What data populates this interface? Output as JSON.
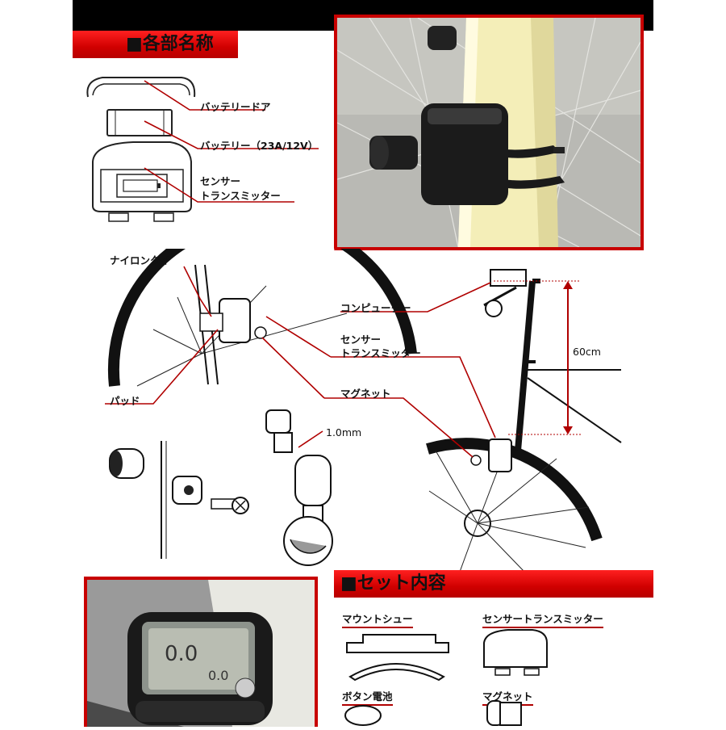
{
  "parts_section": {
    "title": "■各部名称",
    "battery_door": "バッテリードア",
    "battery": "バッテリー（23A/12V）",
    "sensor_line1": "センサー",
    "sensor_line2": "トランスミッター"
  },
  "install_diagram": {
    "nylon_tie": "ナイロンタイ",
    "pad": "パッド",
    "computer": "コンピューター",
    "sensor_line1": "センサー",
    "sensor_line2": "トランスミッター",
    "magnet": "マグネット",
    "gap": "1.0mm",
    "height": "60cm"
  },
  "set_section": {
    "title": "■セット内容",
    "mount_shoe": "マウントシュー",
    "sensor_transmitter": "センサートランスミッター",
    "button_battery": "ボタン電池",
    "magnet": "マグネット"
  },
  "display_photo": {
    "reading": "0.0",
    "small_reading": "0.0"
  },
  "colors": {
    "accent_red": "#c80000",
    "frame_yellow": "#f4eeb8",
    "sensor_black": "#1b1b1b"
  }
}
